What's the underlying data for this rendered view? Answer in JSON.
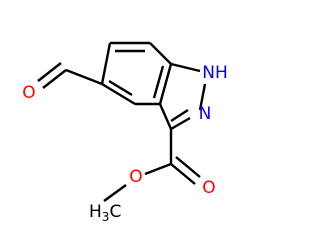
{
  "molecule": {
    "atoms": {
      "aldehyde_o": {
        "symbol": "O",
        "color": "#ff0000"
      },
      "nh": {
        "symbol": "NH",
        "color": "#0000ff"
      },
      "n": {
        "symbol": "N",
        "color": "#0000ff"
      },
      "carbonyl_o": {
        "symbol": "O",
        "color": "#ff0000"
      },
      "ester_o": {
        "symbol": "O",
        "color": "#ff0000"
      },
      "methyl": {
        "symbol": "H",
        "subscript": "3",
        "suffix": "C",
        "color": "#000000"
      }
    },
    "bond_color": "#000000"
  }
}
